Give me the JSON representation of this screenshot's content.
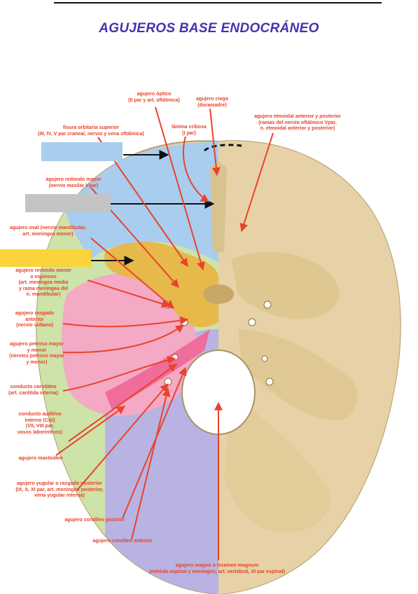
{
  "title": "AGUJEROS BASE ENDOCRÁNEO",
  "colors": {
    "title": "#4a2fb0",
    "label": "#e8432a",
    "anterior_fossa": "#a9cdee",
    "middle_fossa": "#e7b84a",
    "temporal": "#f4a9c4",
    "occipital": "#b8b3e2",
    "parietal_rim": "#cde3a8",
    "bone": "#e6d2a6",
    "box_blue": "#a9cdee",
    "box_grey": "#c4c4c4",
    "box_yellow": "#f9d43a"
  },
  "labels": {
    "optico": "agujero óptico\n(II par y art. oftálmica)",
    "ciego": "agujero ciego\n(duramadre)",
    "etmoidal": "agujero etmoidal anterior y posterior\n(ramas del nervio oftálmico Vpar,\nn. etmoidal anterior y posterior)",
    "lamina": "lámina cribosa\n(I par)",
    "fisura": "fisura orbitaria superior\n(III, IV, V par craneal, nervio y vena oftálmica)",
    "redondo_mayor": "agujero redondo mayor\n(nervio maxilar Vpar)",
    "oval": "agujero oval (nervio mandibular,\nart. meningea menor)",
    "redondo_menor": "agujero redondo menor\no espinoso\n(art. meningea media\ny rama meningea del\nn. mandibular)",
    "rasgado_anterior": "agujero rasgado\nanterior\n(nervio vidiano)",
    "petroso": "agujero petroso mayor\ny menor\n(nervios petroso mayor\ny menor)",
    "carotideo": "conducto carotídeo\n(art. carótida interna)",
    "auditivo": "conducto auditivo\ninterno (CAI)\n(VII, VIII par,\nvasos laberínticos)",
    "mastoideo": "agujero mastoideo",
    "yugular": "agujero yugular o rasgado posterior\n(IX, X, XI par, art. meningea posterior,\nvena yugular interna)",
    "condileo_posterior": "agujero condíleo postrior",
    "condileo_anterior": "agujero condíleo anterior",
    "magno": "agujero magno o foramen magnum\n(médula espinal y meninges, art. vertebral, XI par espinal)"
  }
}
